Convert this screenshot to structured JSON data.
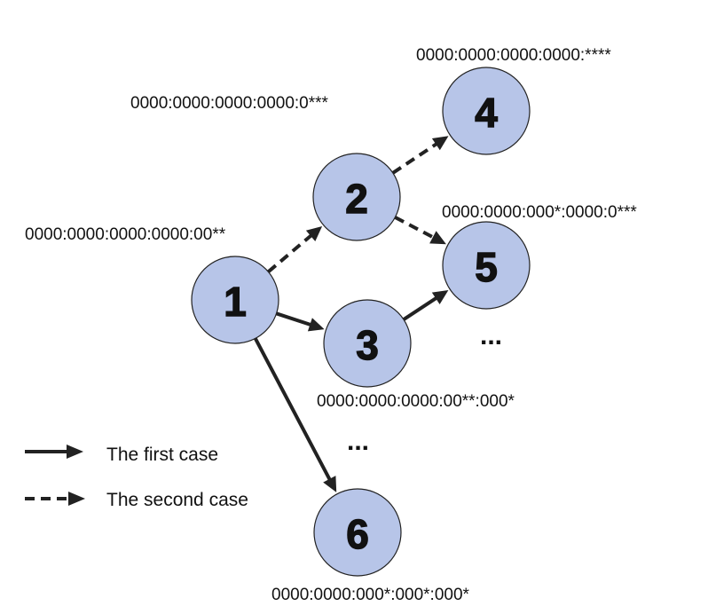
{
  "nodes": [
    {
      "id": "1",
      "label": "1"
    },
    {
      "id": "2",
      "label": "2"
    },
    {
      "id": "3",
      "label": "3"
    },
    {
      "id": "4",
      "label": "4"
    },
    {
      "id": "5",
      "label": "5"
    },
    {
      "id": "6",
      "label": "6"
    }
  ],
  "addresses": {
    "node1": "0000:0000:0000:0000:00**",
    "node2": "0000:0000:0000:0000:0***",
    "node3": "0000:0000:0000:00**:000*",
    "node4": "0000:0000:0000:0000:****",
    "node5": "0000:0000:000*:0000:0***",
    "node6": "0000:0000:000*:000*:000*"
  },
  "edges": [
    {
      "from": "1",
      "to": "2",
      "style": "dashed"
    },
    {
      "from": "1",
      "to": "3",
      "style": "solid"
    },
    {
      "from": "1",
      "to": "6",
      "style": "solid"
    },
    {
      "from": "2",
      "to": "4",
      "style": "dashed"
    },
    {
      "from": "2",
      "to": "5",
      "style": "dashed"
    },
    {
      "from": "3",
      "to": "5",
      "style": "solid"
    }
  ],
  "ellipses": {
    "right": "...",
    "middle": "..."
  },
  "legend": {
    "first_case": "The first case",
    "second_case": "The second case"
  },
  "colors": {
    "node_fill": "#b7c5e8",
    "stroke": "#222222"
  }
}
